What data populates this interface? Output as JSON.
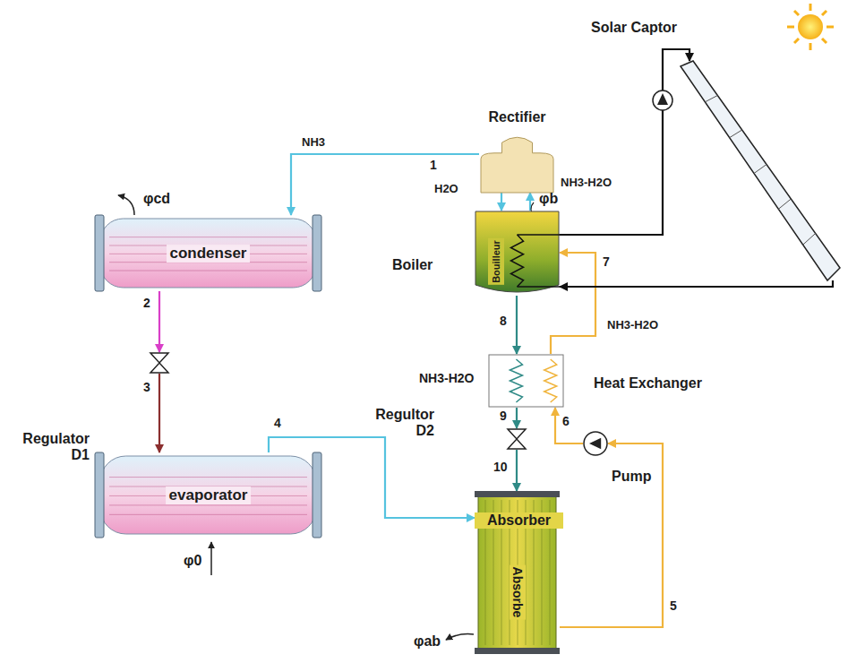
{
  "diagram": {
    "nodes": [
      {
        "text": [
          "Solar Captor"
        ]
      },
      {
        "text": [
          "Rectifier"
        ]
      },
      {
        "text": [
          "condenser"
        ]
      },
      {
        "text": [
          "Boiler",
          "Bouilleur"
        ]
      },
      {
        "text": [
          "Heat Exchanger"
        ]
      },
      {
        "text": [
          "evaporator"
        ]
      },
      {
        "text": [
          "Absorber",
          "Absorbe"
        ]
      },
      {
        "text": [
          "Pump"
        ]
      },
      {
        "text": [
          "Regulator D1"
        ]
      },
      {
        "text": [
          "Regultor D2"
        ]
      }
    ],
    "edges": [
      {
        "from": 1,
        "to": 2,
        "arrow": "to",
        "label": "NH3"
      },
      {
        "from": 3,
        "to": 1,
        "arrow": "to",
        "label": "NH3-H2O"
      },
      {
        "from": 1,
        "to": 3,
        "arrow": "to",
        "label": "H2O"
      },
      {
        "from": 2,
        "to": 8,
        "arrow": "to"
      },
      {
        "from": 8,
        "to": 5,
        "arrow": "to"
      },
      {
        "from": 5,
        "to": 6,
        "arrow": "to"
      },
      {
        "from": 6,
        "to": 7,
        "arrow": "to"
      },
      {
        "from": 7,
        "to": 4,
        "arrow": "to"
      },
      {
        "from": 4,
        "to": 3,
        "arrow": "to",
        "label": "NH3-H2O"
      },
      {
        "from": 3,
        "to": 4,
        "arrow": "to"
      },
      {
        "from": 4,
        "to": 9,
        "arrow": "to"
      },
      {
        "from": 9,
        "to": 6,
        "arrow": "to"
      },
      {
        "from": 3,
        "to": 0,
        "arrow": "to"
      },
      {
        "from": 0,
        "to": 3,
        "arrow": "to"
      }
    ],
    "labels": [
      "1",
      "2",
      "3",
      "4",
      "5",
      "6",
      "7",
      "8",
      "9",
      "10",
      "φcd",
      "φb",
      "φ0",
      "φab",
      "NH3-H2O"
    ]
  }
}
